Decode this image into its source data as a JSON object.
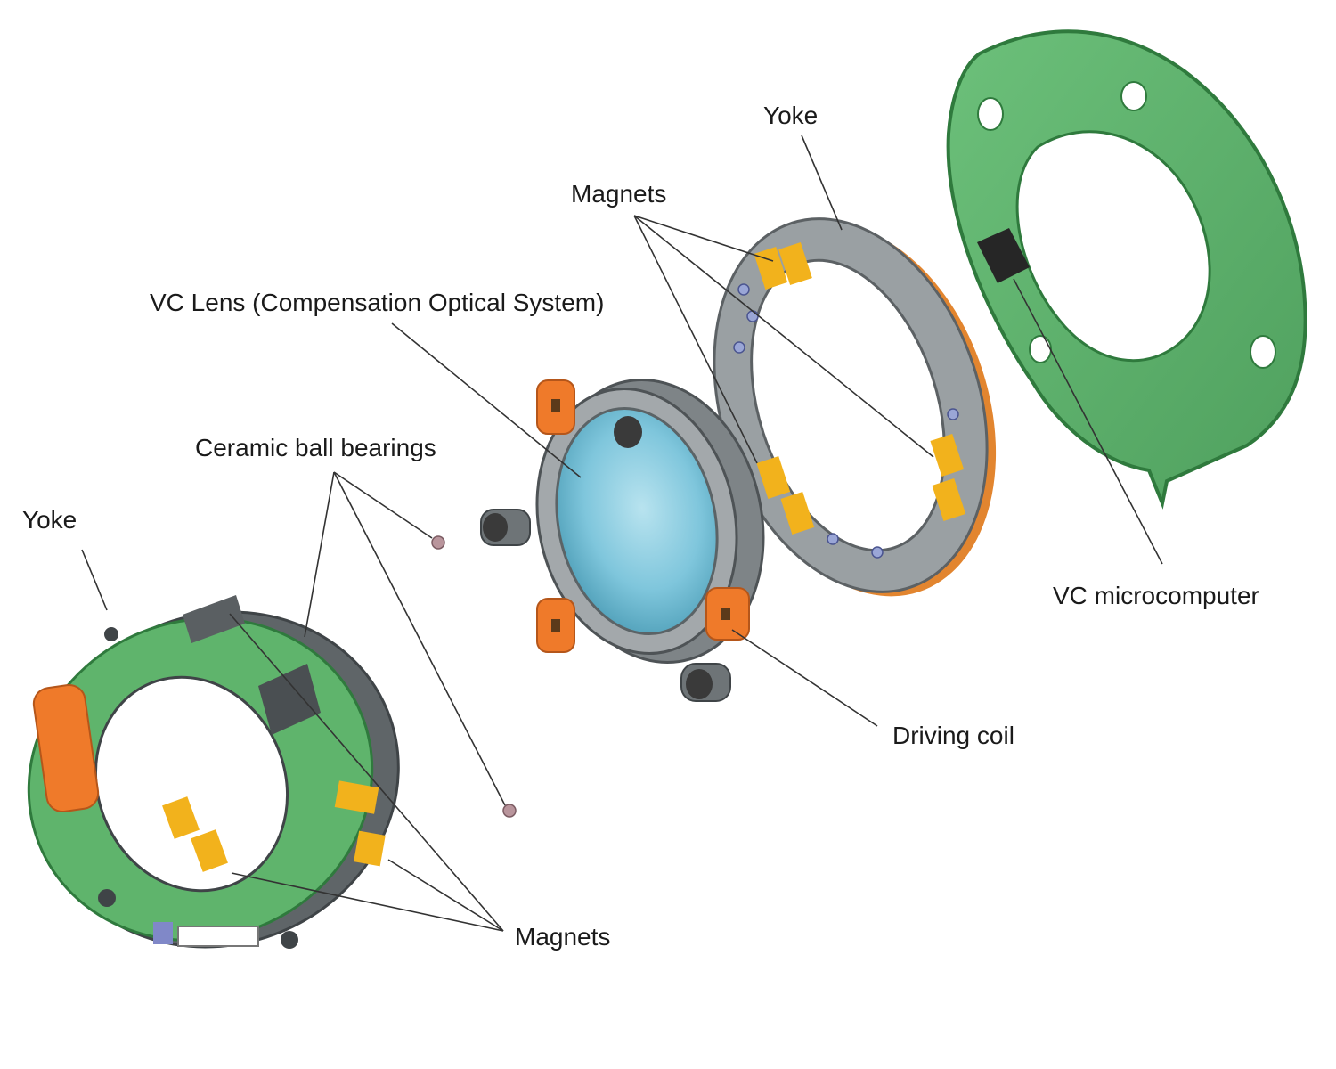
{
  "labels": {
    "yoke_left": "Yoke",
    "ceramic_ball_bearings": "Ceramic ball bearings",
    "vc_lens": "VC Lens (Compensation Optical System)",
    "magnets_top": "Magnets",
    "yoke_right": "Yoke",
    "vc_microcomputer": "VC microcomputer",
    "driving_coil": "Driving coil",
    "magnets_bottom": "Magnets"
  },
  "colors": {
    "pcb_green": "#5fb46c",
    "pcb_green_dark": "#3f8f4d",
    "frame_gray": "#8e9396",
    "frame_gray_dark": "#5c6164",
    "coil_orange": "#ef7a2a",
    "magnet_yellow": "#f2b21c",
    "lens_blue": "#7fc6dc",
    "bearing_pink": "#b9959c",
    "chip_black": "#2a2a2a",
    "leader_line": "#333333"
  }
}
